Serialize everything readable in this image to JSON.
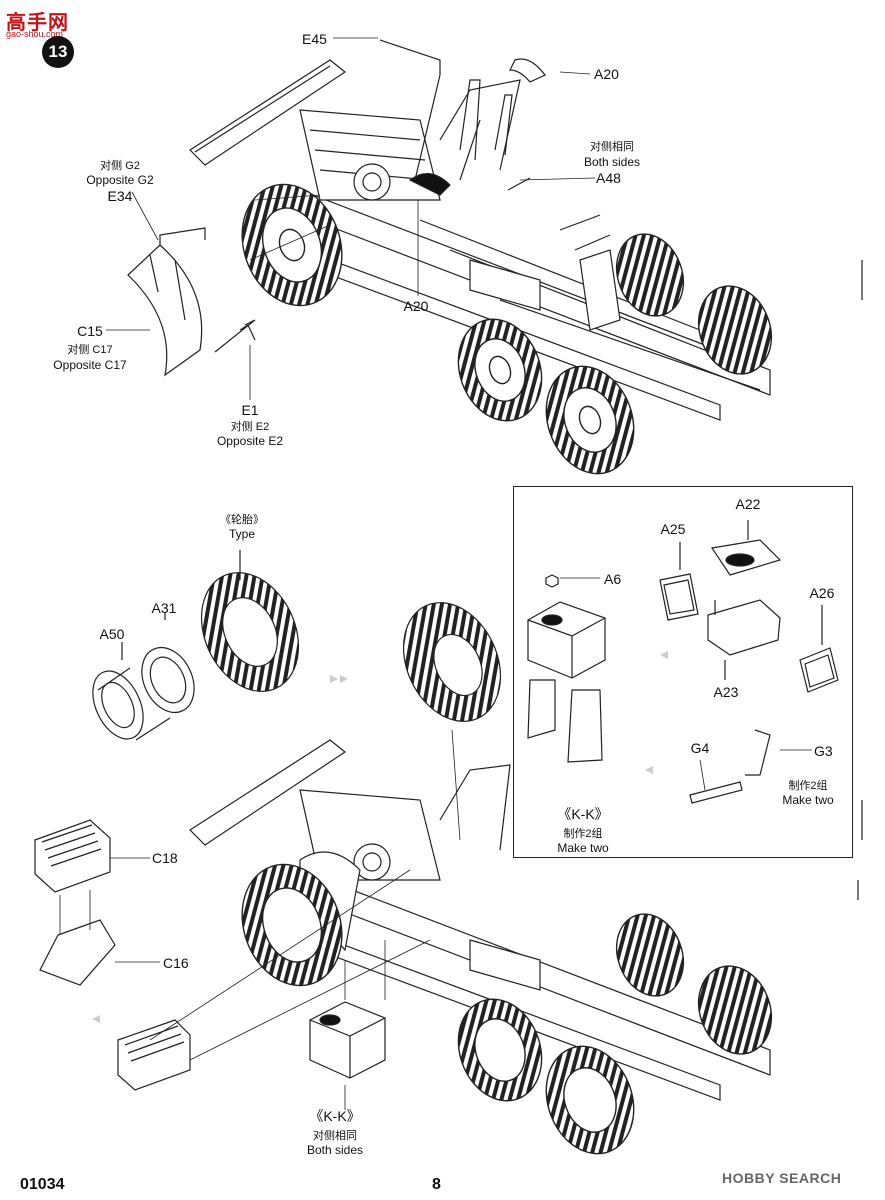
{
  "header": {
    "step": "13",
    "logo_main": "高手网",
    "logo_sub": "gao-shou.com"
  },
  "top_section": {
    "labels": {
      "e45": "E45",
      "a20_top": "A20",
      "both_sides_cn": "对侧相同",
      "both_sides_en": "Both sides",
      "a48": "A48",
      "opp_g2_cn": "对侧 G2",
      "opp_g2_en": "Opposite G2",
      "e34": "E34",
      "a20_mid": "A20",
      "c15": "C15",
      "opp_c17_cn": "对侧 C17",
      "opp_c17_en": "Opposite C17",
      "e1": "E1",
      "opp_e2_cn": "对侧 E2",
      "opp_e2_en": "Opposite E2"
    }
  },
  "wheel_section": {
    "labels": {
      "type_cn": "《轮胎》",
      "type_en": "Type",
      "a31": "A31",
      "a50": "A50"
    }
  },
  "kk_panel": {
    "labels": {
      "a22": "A22",
      "a25": "A25",
      "a6": "A6",
      "a26": "A26",
      "a23": "A23",
      "g4": "G4",
      "g3": "G3",
      "make_two_cn_right": "制作2组",
      "make_two_en_right": "Make two",
      "kk_title": "《K-K》",
      "make_two_cn": "制作2组",
      "make_two_en": "Make two"
    }
  },
  "bottom_section": {
    "labels": {
      "c18": "C18",
      "c16": "C16",
      "kk_title": "《K-K》",
      "both_sides_cn": "对侧相同",
      "both_sides_en": "Both sides"
    }
  },
  "footer": {
    "code": "01034",
    "page": "8",
    "brand": "HOBBY SEARCH"
  }
}
